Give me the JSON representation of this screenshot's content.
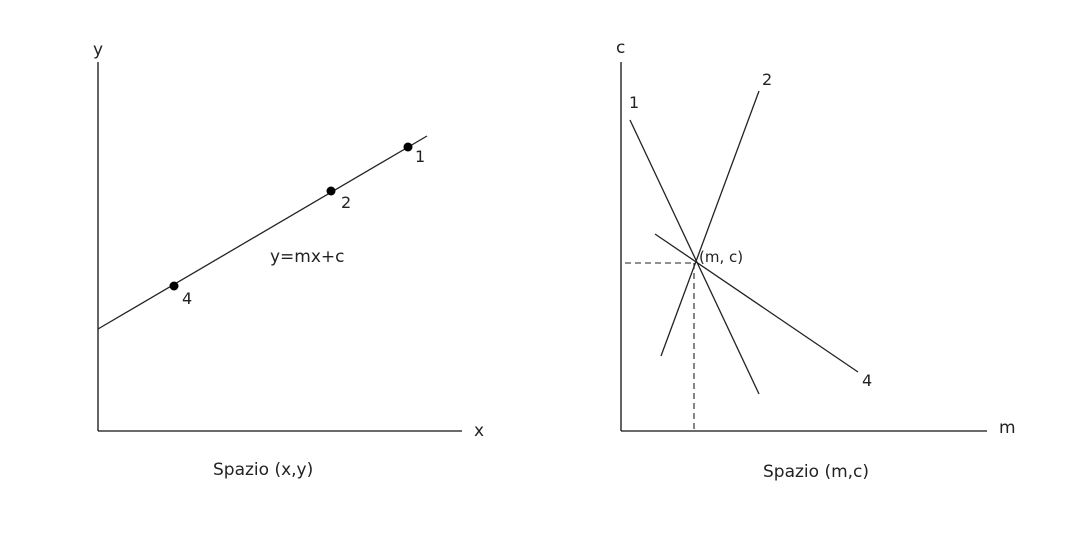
{
  "left_panel": {
    "y_label": "y",
    "x_label": "x",
    "equation": "y=mx+c",
    "point_labels": [
      "1",
      "2",
      "4"
    ],
    "caption": "Spazio (x,y)"
  },
  "right_panel": {
    "y_label": "c",
    "x_label": "m",
    "intersection_label": "(m, c)",
    "line_labels": [
      "1",
      "2",
      "4"
    ],
    "caption": "Spazio (m,c)"
  }
}
